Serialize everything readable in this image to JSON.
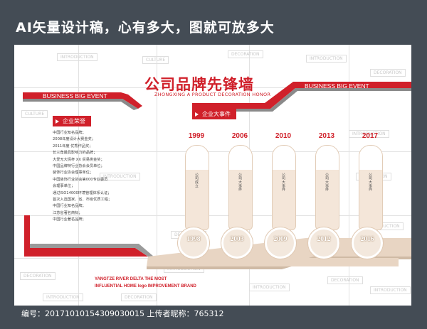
{
  "header": {
    "title": "AI矢量设计稿，心有多大，图就可放多大"
  },
  "board": {
    "title": "公司品牌先锋墙",
    "subtitle": "ZHONGXING A PRODUCT DECORATION HONOR",
    "banner_left": "BUSINESS BIG EVENT",
    "banner_right": "BUSINESS BIG EVENT",
    "tag_honor": "企业荣誉",
    "tag_events": "企业大事件",
    "honors": [
      "中国行业知名品牌；",
      "2008年度设计大赛金奖；",
      "2011年度 优秀作品奖；",
      "长三角最具影响力的品牌；",
      "大爱无大情杯 XX 贸易类金奖；",
      "中国品牌特行业协会会员单位；",
      "装饰行业协会理事单位；",
      "中国装饰行业协会第000专业委员",
      "会理事单位；",
      "通过ISO14000环境管理体系认证；",
      "首次入选国家、省、市级优质工程；",
      "中国行业知名品牌；",
      "江苏省著名商标；",
      "中国行业著名品牌；"
    ],
    "timeline": [
      {
        "year": "1999",
        "stamp": "1998",
        "text": "公司成立"
      },
      {
        "year": "2006",
        "stamp": "2003",
        "text": "公司大事件"
      },
      {
        "year": "2010",
        "stamp": "2009",
        "text": "公司大事件"
      },
      {
        "year": "2013",
        "stamp": "2012",
        "text": "公司大事件"
      },
      {
        "year": "2017",
        "stamp": "2016",
        "text": "公司大事件"
      }
    ],
    "tagline_1": "YANGTZE RIVER DELTA THE MOST",
    "tagline_2": "INFLUENTIAL HOME logo IMPROVEMENT BRAND",
    "colors": {
      "accent": "#d0202a",
      "beige": "#e8d5c3",
      "background": "#444c55"
    }
  },
  "footer": {
    "text": "编号：20171010154309030015 上传者昵称：765312"
  }
}
